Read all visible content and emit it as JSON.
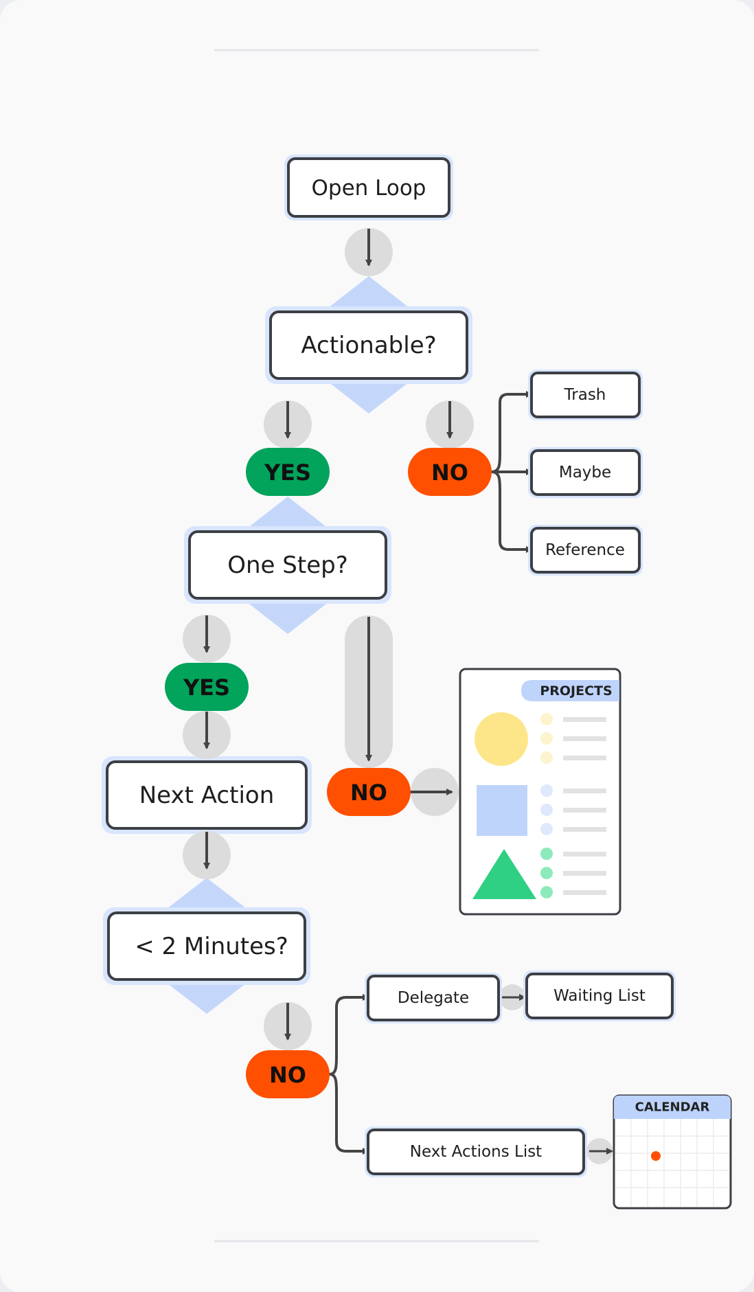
{
  "diagram": {
    "nodes": {
      "open_loop": "Open Loop",
      "actionable": "Actionable?",
      "one_step": "One Step?",
      "next_action": "Next Action",
      "two_minutes": "< 2 Minutes?",
      "trash": "Trash",
      "maybe": "Maybe",
      "reference": "Reference",
      "delegate": "Delegate",
      "waiting_list": "Waiting List",
      "next_actions_list": "Next Actions List"
    },
    "decisions": {
      "actionable_yes": "YES",
      "actionable_no": "NO",
      "one_step_yes": "YES",
      "one_step_no": "NO",
      "two_minutes_no": "NO"
    },
    "panels": {
      "projects": "PROJECTS",
      "calendar": "CALENDAR"
    }
  },
  "colors": {
    "yes": "#02a35b",
    "no": "#fe5000",
    "diamond": "#c4d7fb",
    "node_halo": "#d8e5fc",
    "node_border": "#3c3f45",
    "connector_circle": "#dcdcdc",
    "arrow": "#444444",
    "projects_yellow": "#fde68a",
    "projects_blue": "#bfd4fb",
    "projects_green": "#2fd083",
    "calendar_header": "#bdd3fb",
    "calendar_dot": "#fe5000"
  },
  "icons": {
    "down_arrow": "arrow-down-icon",
    "right_arrow": "arrow-right-icon",
    "circle": "circle-icon",
    "square": "square-icon",
    "triangle": "triangle-icon"
  }
}
